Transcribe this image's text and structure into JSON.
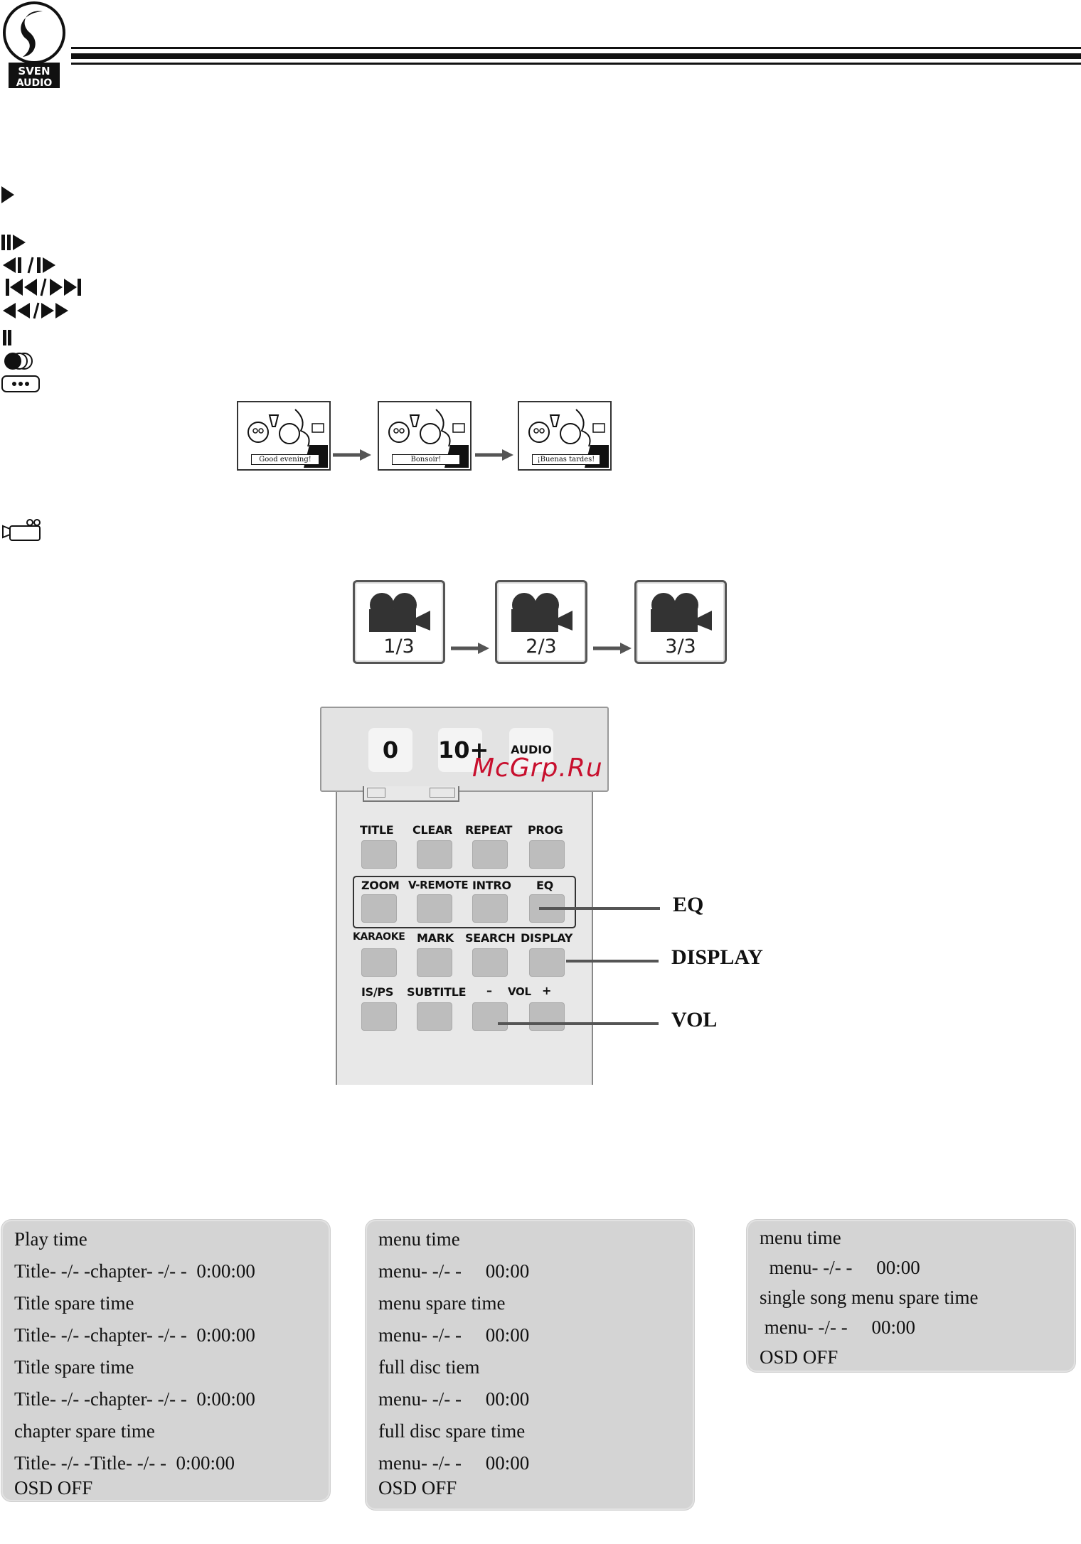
{
  "brand": {
    "logo_top": "SVEN",
    "logo_bottom": "AUDIO"
  },
  "subtitle_frames": [
    "Good evening!",
    "Bonsoir!",
    "¡Buenas tardes!"
  ],
  "angle_boxes": [
    "1/3",
    "2/3",
    "3/3"
  ],
  "remote": {
    "top_buttons": [
      "0",
      "10+",
      "AUDIO"
    ],
    "row1": [
      "TITLE",
      "CLEAR",
      "REPEAT",
      "PROG"
    ],
    "row2": [
      "ZOOM",
      "V-REMOTE",
      "INTRO",
      "EQ"
    ],
    "row3": [
      "KARAOKE",
      "MARK",
      "SEARCH",
      "DISPLAY"
    ],
    "row4": [
      "IS/PS",
      "SUBTITLE",
      "–",
      "VOL",
      "+"
    ],
    "callouts": {
      "eq": "EQ",
      "display": "DISPLAY",
      "vol": "VOL"
    }
  },
  "watermark": "McGrp.Ru",
  "panels": [
    {
      "lines": [
        "Play time",
        "Title- -/- -chapter- -/- -  0:00:00",
        "Title spare time",
        "Title- -/- -chapter- -/- -  0:00:00",
        "Title spare time",
        "Title- -/- -chapter- -/- -  0:00:00",
        "chapter spare time",
        "Title- -/- -Title- -/- -  0:00:00",
        "OSD OFF"
      ]
    },
    {
      "lines": [
        "menu time",
        "menu- -/- -     00:00",
        "menu spare time",
        "menu- -/- -     00:00",
        "full disc tiem",
        "menu- -/- -     00:00",
        "full disc spare time",
        "menu- -/- -     00:00",
        "OSD OFF"
      ]
    },
    {
      "lines": [
        "menu time",
        "  menu- -/- -     00:00",
        "single song menu spare time",
        " menu- -/- -     00:00",
        "OSD OFF"
      ]
    }
  ]
}
